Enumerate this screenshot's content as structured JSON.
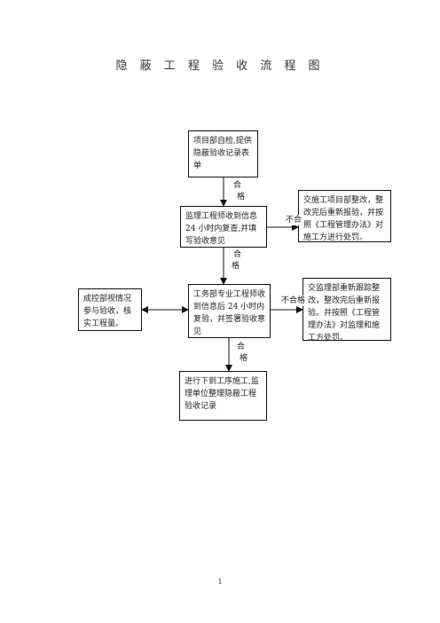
{
  "title": "隐 蔽 工  程 验  收 流 程  图",
  "boxes": {
    "b1": "项目部自检,提供隐蔽验收记录表单",
    "b2": "监理工程师收到信息 24 小时内复查,并填写验收意见",
    "b3": "工务部专业工程师收到信息后 24 小时内复验，并签署验收意见",
    "b4": "进行下到工序施工,监理单位整理隐蔽工程验收记录",
    "r1": "交施工项目部整改，整改完后重新报验，并按照《工程管理办法》对施工方进行处罚。",
    "r2": "交监理部重新跟踪整改，整改完后重新报验。并按照《工程管理办法》对监理和施工方处罚。",
    "l1": "成控部视情况参与验收，核实工程量。"
  },
  "labels": {
    "pass1a": "合",
    "pass1b": "格",
    "pass2a": "合",
    "pass2b": "格",
    "pass3a": "合",
    "pass3b": "格",
    "fail1": "不合",
    "fail2": "不合格"
  },
  "page_number": "1"
}
